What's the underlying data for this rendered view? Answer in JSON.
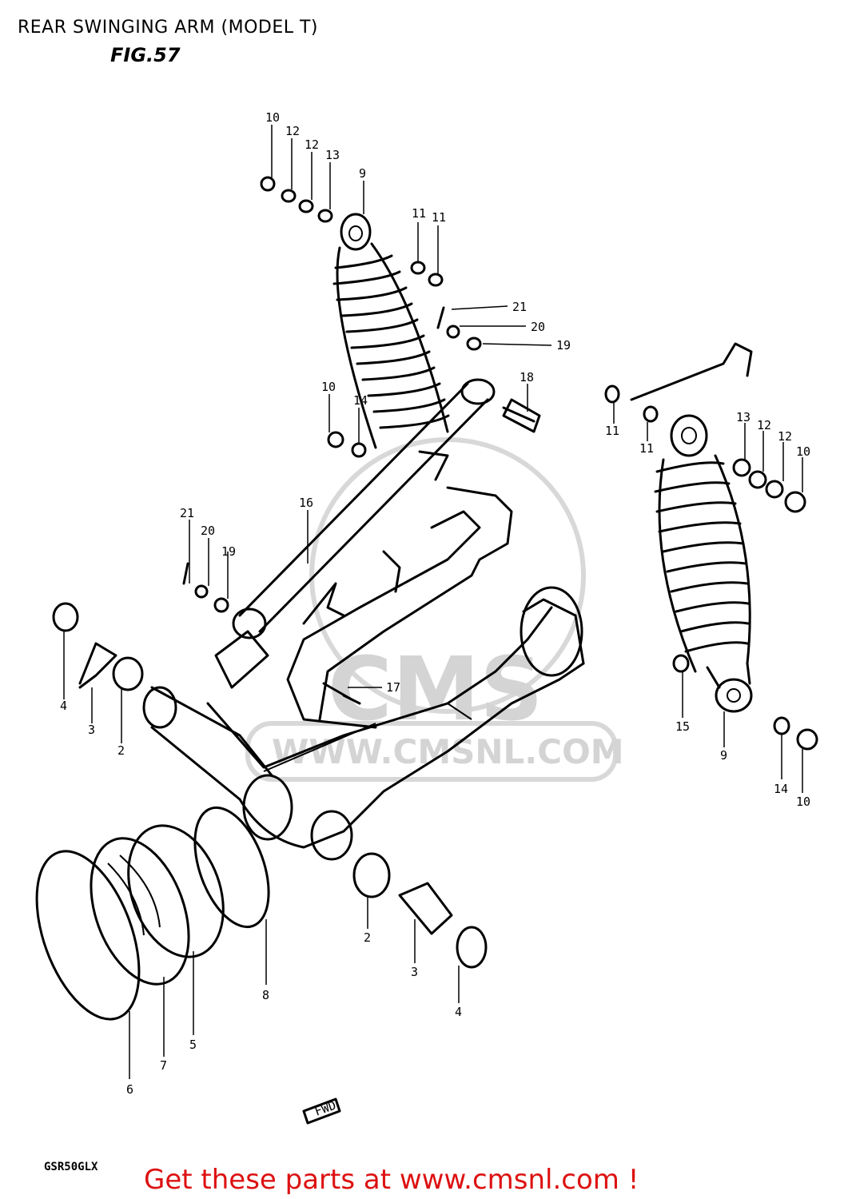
{
  "header": {
    "title": "REAR SWINGING ARM (MODEL T)",
    "figure": "FIG.57"
  },
  "watermark": {
    "logo_text": "CMS",
    "url_text": "WWW.CMSNL.COM"
  },
  "diagram": {
    "part_numbers": [
      "10",
      "12",
      "12",
      "13",
      "9",
      "11",
      "11",
      "21",
      "20",
      "19",
      "18",
      "10",
      "14",
      "16",
      "21",
      "20",
      "19",
      "17",
      "4",
      "3",
      "2",
      "11",
      "11",
      "13",
      "12",
      "12",
      "10",
      "15",
      "9",
      "14",
      "10",
      "2",
      "3",
      "4",
      "8",
      "5",
      "7",
      "6"
    ],
    "fwd_label": "FWD"
  },
  "footer": {
    "model_code": "GSR50GLX",
    "promo_text": "Get these parts at www.cmsnl.com !"
  },
  "colors": {
    "footer_text": "#dd1111",
    "watermark": "#d4d4d4"
  }
}
